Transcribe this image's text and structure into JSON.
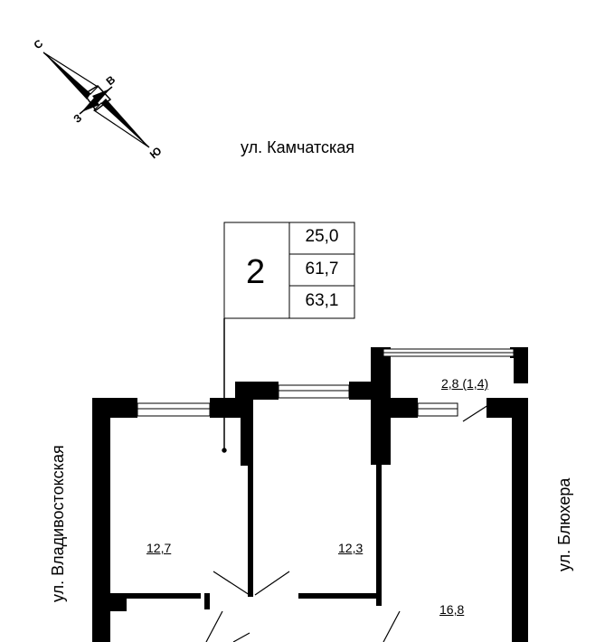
{
  "compass": {
    "north": "С",
    "south": "Ю",
    "east": "В",
    "west": "З"
  },
  "streets": {
    "top": "ул. Камчатская",
    "left": "ул. Владивостокская",
    "right": "ул. Блюхера"
  },
  "apartment": {
    "rooms": "2",
    "living_area": "25,0",
    "total_area": "61,7",
    "total_with_balcony": "63,1"
  },
  "room_areas": {
    "left_room": "12,7",
    "middle_room": "12,3",
    "kitchen": "16,8",
    "balcony": "2,8 (1,4)"
  },
  "colors": {
    "wall": "#000000",
    "background": "#ffffff",
    "window": "#ffffff"
  }
}
